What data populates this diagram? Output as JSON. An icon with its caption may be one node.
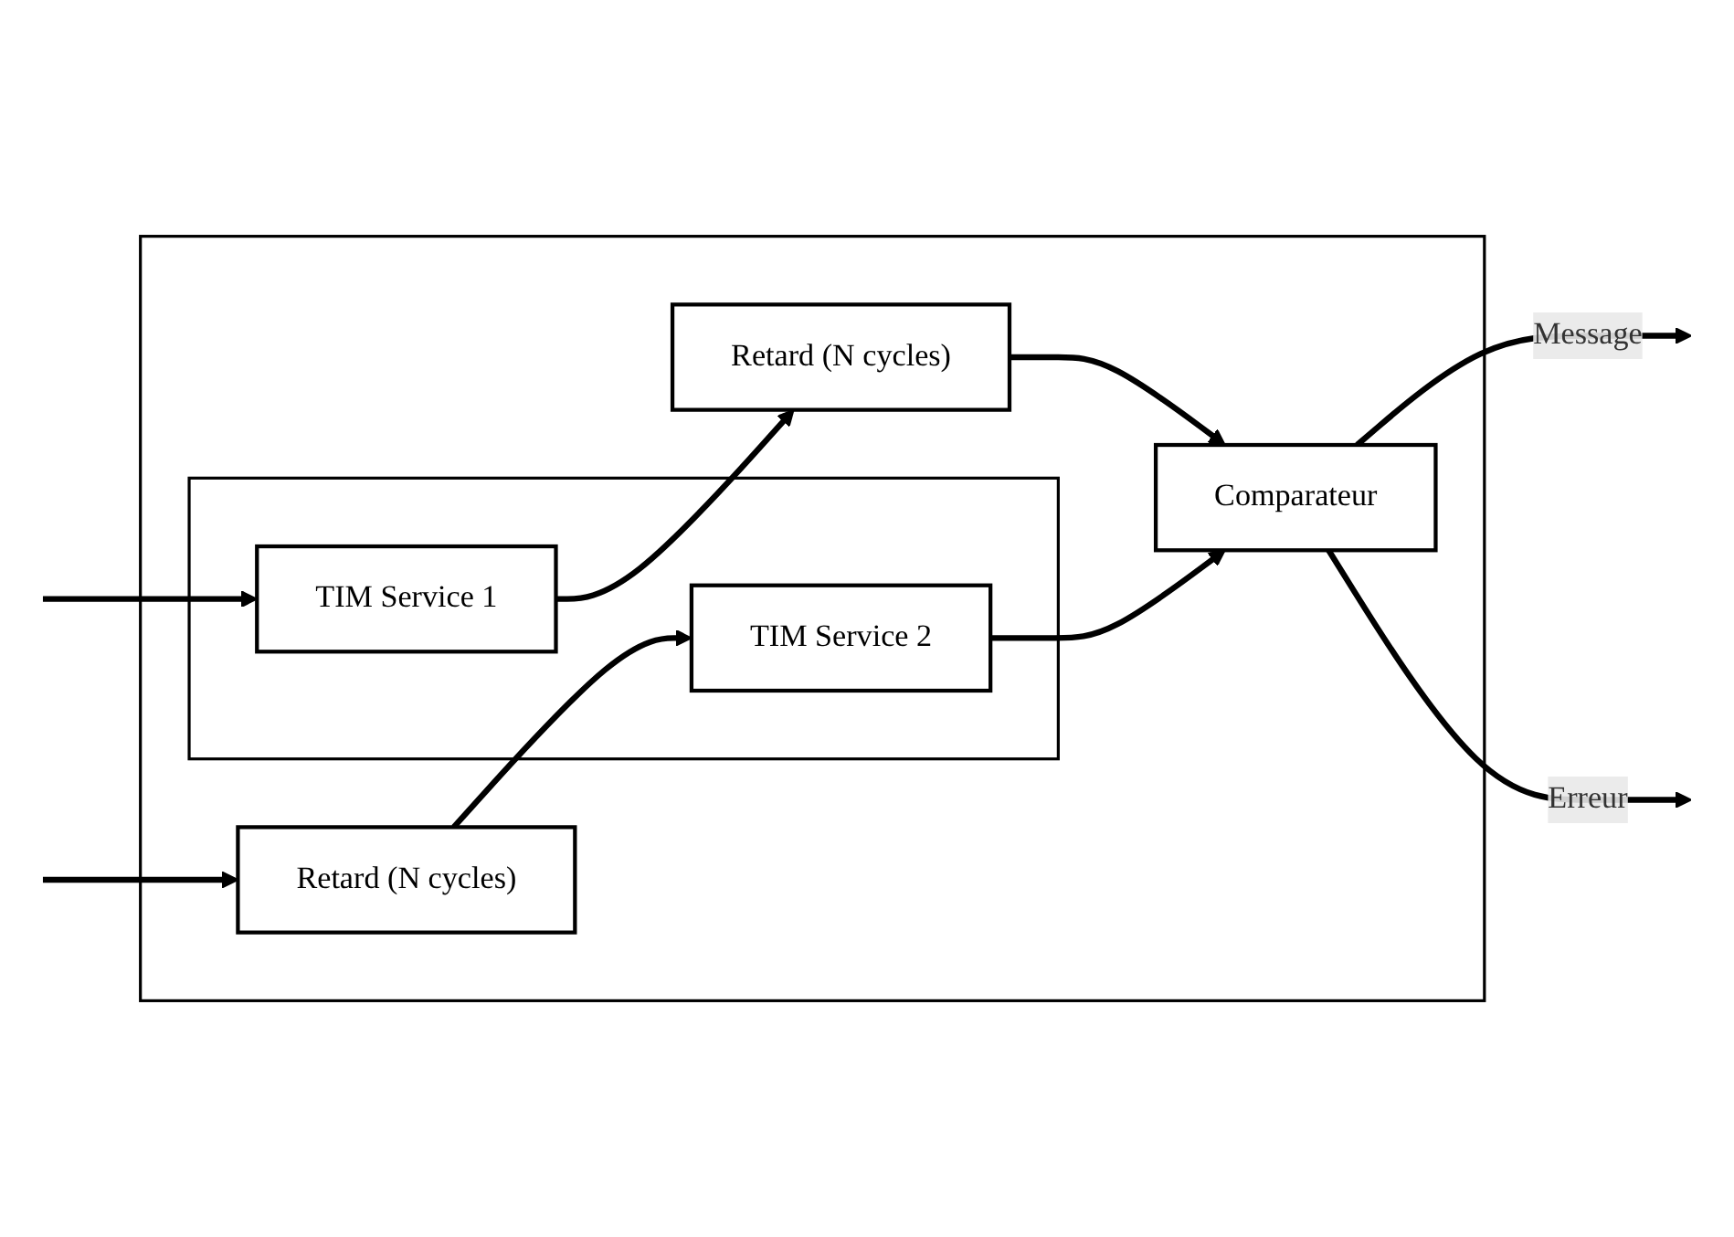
{
  "diagram": {
    "nodes": [
      {
        "text": [],
        "shape": "box"
      },
      {
        "text": [
          "Retard (N cycles)"
        ],
        "in": 0
      },
      {
        "text": [
          "Comparateur"
        ],
        "in": 0
      },
      {
        "text": [],
        "shape": "box",
        "in": 0
      },
      {
        "text": [
          "TIM Service 1"
        ],
        "in": 3
      },
      {
        "text": [
          "TIM Service 2"
        ],
        "in": 3
      },
      {
        "text": [
          "Retard (N cycles)"
        ],
        "in": 0
      }
    ],
    "edges": [
      {
        "from": null,
        "to": 4,
        "arrow": "to"
      },
      {
        "from": null,
        "to": 6,
        "arrow": "to"
      },
      {
        "from": 6,
        "to": 5,
        "arrow": "to"
      },
      {
        "from": 4,
        "to": 1,
        "arrow": "to"
      },
      {
        "from": 1,
        "to": 2,
        "arrow": "to"
      },
      {
        "from": 5,
        "to": 2,
        "arrow": "to"
      },
      {
        "from": 2,
        "to": null,
        "arrow": "to",
        "label": "Message"
      },
      {
        "from": 2,
        "to": null,
        "arrow": "to",
        "label": "Erreur"
      }
    ]
  }
}
